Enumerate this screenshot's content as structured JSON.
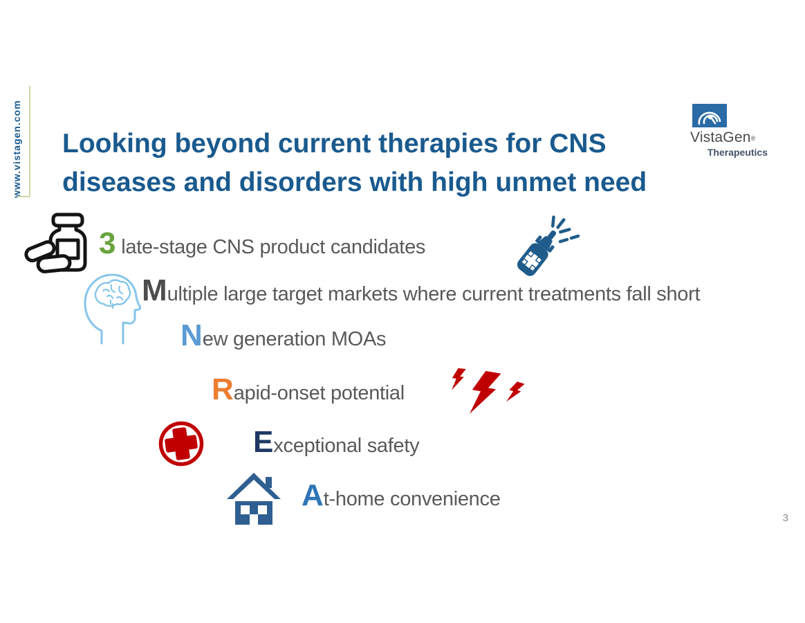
{
  "slide": {
    "website": "www.vistagen.com",
    "title_line1": "Looking beyond current therapies for CNS",
    "title_line2": "diseases and disorders with high unmet need",
    "page_number": "3"
  },
  "logo": {
    "name": "VistaGen",
    "registered": "®",
    "subtitle": "Therapeutics"
  },
  "items": [
    {
      "lead": "3",
      "rest": " late-stage CNS product candidates",
      "lead_color": "#69a33e",
      "icon": "pill-bottle-icon"
    },
    {
      "lead": "M",
      "rest": "ultiple large target markets where current treatments fall short",
      "lead_color": "#4d4d4d",
      "icon": "head-brain-icon"
    },
    {
      "lead": "N",
      "rest": "ew generation MOAs",
      "lead_color": "#5b9bd5",
      "icon": ""
    },
    {
      "lead": "R",
      "rest": "apid-onset potential",
      "lead_color": "#ed7d31",
      "icon": "lightning-bolts-icon"
    },
    {
      "lead": "E",
      "rest": "xceptional safety",
      "lead_color": "#1f3864",
      "icon": "medical-cross-icon"
    },
    {
      "lead": "A",
      "rest": "t-home convenience",
      "lead_color": "#2e75b6",
      "icon": "house-icon"
    }
  ],
  "colors": {
    "title_blue": "#1a5a8e",
    "body_gray": "#595959",
    "brand_blue": "#1f5c8b",
    "logo_blue": "#2a6ba6",
    "light_blue": "#85c5ec",
    "alert_red": "#c00000",
    "house_blue": "#2f5f91",
    "accent_line_green": "#ccd8a4"
  }
}
